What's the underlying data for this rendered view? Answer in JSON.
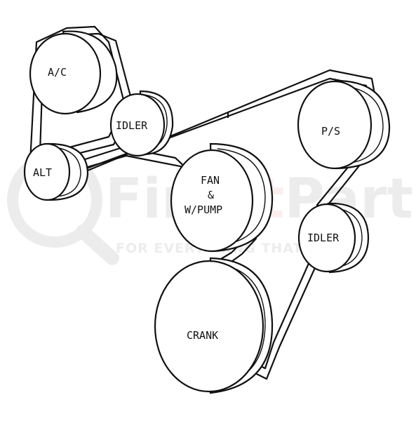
{
  "diagram": {
    "pulleys": {
      "ac": "A/C",
      "idler_top": "IDLER",
      "alt": "ALT",
      "fan_line1": "FAN",
      "fan_line2": "&",
      "fan_line3": "W/PUMP",
      "ps": "P/S",
      "idler_right": "IDLER",
      "crank": "CRANK"
    },
    "watermark": {
      "brand": "FindItParts",
      "tagline": "FOR EVERYTHING THAT MOVES",
      "brand_color": "#d9232a"
    }
  }
}
